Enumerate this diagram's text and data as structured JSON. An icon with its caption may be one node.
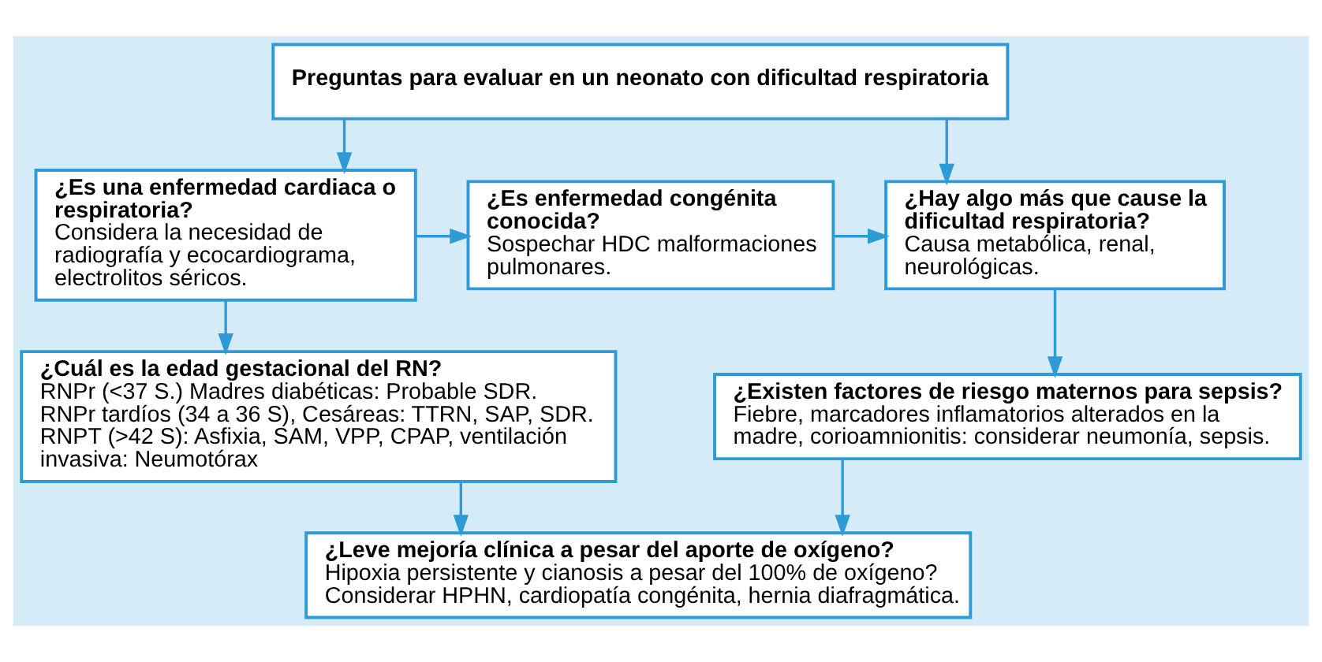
{
  "diagram": {
    "nodes": [
      {
        "text": [
          "Preguntas para evaluar en un neonato con dificultad respiratoria"
        ]
      },
      {
        "text": [
          "¿Es una enfermedad cardiaca o respiratoria?",
          "Considera la necesidad de radiografía y ecocardiograma, electrolitos séricos."
        ]
      },
      {
        "text": [
          "¿Es enfermedad congénita conocida?",
          "Sospechar HDC malformaciones pulmonares."
        ]
      },
      {
        "text": [
          "¿Hay algo más que cause la dificultad respiratoria?",
          "Causa metabólica, renal, neurológicas."
        ]
      },
      {
        "text": [
          "¿Cuál es la edad gestacional del RN?",
          "RNPr (<37 S.) Madres diabéticas: Probable SDR.",
          "RNPr tardíos (34 a 36 S), Cesáreas: TTRN, SAP, SDR.",
          "RNPT (>42 S): Asfixia, SAM, VPP, CPAP, ventilación invasiva: Neumotórax"
        ]
      },
      {
        "text": [
          "¿Existen factores de riesgo maternos para sepsis?",
          "Fiebre, marcadores inflamatorios alterados en la madre, corioamnionitis: considerar neumonía, sepsis."
        ]
      },
      {
        "text": [
          "¿Leve mejoría clínica a pesar del aporte de oxígeno?",
          "Hipoxia persistente y cianosis a pesar del 100% de oxígeno? Considerar HPHN, cardiopatía congénita, hernia diafragmática."
        ]
      }
    ],
    "edges": [
      {
        "from": 0,
        "to": 1,
        "arrow": "to"
      },
      {
        "from": 0,
        "to": 3,
        "arrow": "to"
      },
      {
        "from": 1,
        "to": 2,
        "arrow": "to"
      },
      {
        "from": 2,
        "to": 3,
        "arrow": "to"
      },
      {
        "from": 1,
        "to": 4,
        "arrow": "to"
      },
      {
        "from": 3,
        "to": 5,
        "arrow": "to"
      },
      {
        "from": 4,
        "to": 6,
        "arrow": "to"
      },
      {
        "from": 5,
        "to": 6,
        "arrow": "to"
      }
    ]
  }
}
